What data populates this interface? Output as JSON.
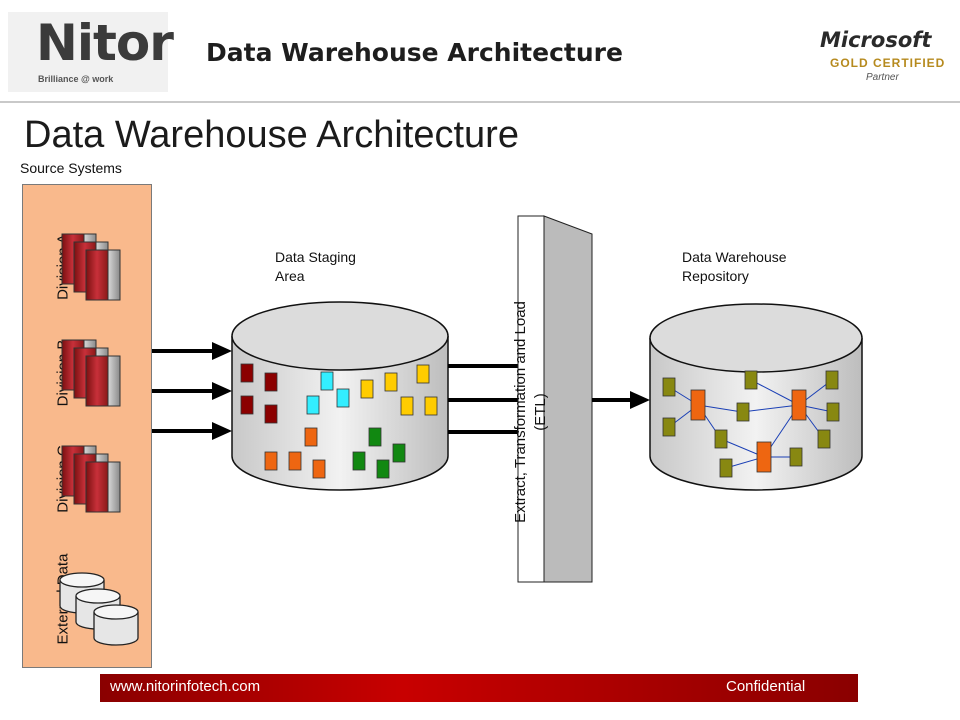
{
  "header": {
    "logo_text": "Nitor",
    "logo_tagline": "Brilliance @ work",
    "title": "Data Warehouse Architecture",
    "partner_name": "Microsoft",
    "partner_level": "GOLD CERTIFIED",
    "partner_type": "Partner"
  },
  "slide": {
    "title": "Data Warehouse Architecture",
    "source_systems_label": "Source Systems",
    "divisions": [
      "Division A",
      "Division B",
      "Division C",
      "External Data"
    ],
    "staging_line1": "Data Staging",
    "staging_line2": "Area",
    "etl_line1": "Extract, Transformation and Load",
    "etl_line2": "(ETL)",
    "dw_line1": "Data Warehouse",
    "dw_line2": "Repository"
  },
  "footer": {
    "url": "www.nitorinfotech.com",
    "confidential": "Confidential"
  },
  "colors": {
    "source_panel": "#f9b98c",
    "server_red": "#b3202a",
    "cube_darkred": "#8b0000",
    "cube_cyan": "#33eeff",
    "cube_yellow": "#ffcc00",
    "cube_orange": "#ee6611",
    "cube_green": "#118811",
    "cube_olive": "#888811",
    "footer_red": "#c80000"
  }
}
